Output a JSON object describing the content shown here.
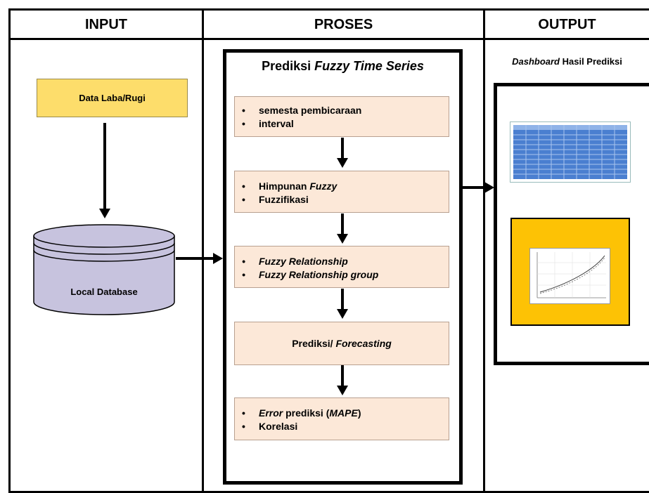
{
  "columns": {
    "input": "INPUT",
    "process": "PROSES",
    "output": "OUTPUT"
  },
  "input": {
    "data_box": "Data Laba/Rugi",
    "database": "Local Database"
  },
  "process": {
    "title_plain": "Prediksi ",
    "title_italic": "Fuzzy Time Series",
    "step1": [
      "semesta pembicaraan",
      "interval"
    ],
    "step2_item1_plain": "Himpunan ",
    "step2_item1_italic": "Fuzzy",
    "step2_item2": "Fuzzifikasi",
    "step3": [
      "Fuzzy Relationship",
      "Fuzzy Relationship group"
    ],
    "step4_plain": "Prediksi/ ",
    "step4_italic": "Forecasting",
    "step5_item1_italic_a": "Error",
    "step5_item1_plain_a": " prediksi (",
    "step5_item1_italic_b": "MAPE",
    "step5_item1_plain_b": ")",
    "step5_item2": "Korelasi"
  },
  "output": {
    "title_italic": "Dashboard",
    "title_plain": " Hasil Prediksi"
  },
  "colors": {
    "data_box": "#fddd6b",
    "step_fill": "#fce8d8",
    "chart_panel": "#fdc205",
    "table_blue": "#4a7fd0"
  }
}
